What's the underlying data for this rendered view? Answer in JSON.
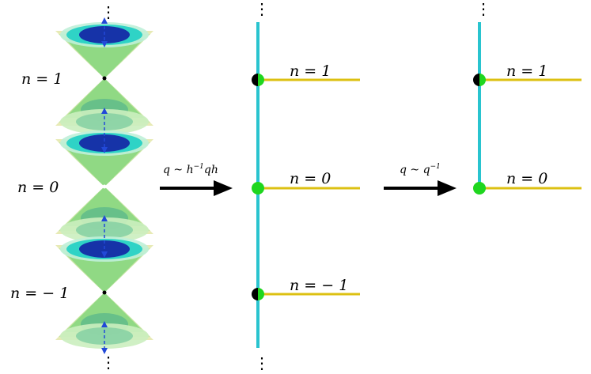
{
  "colors": {
    "spine": "#29c4cf",
    "branch": "#dcc012",
    "node_green": "#1fd61f",
    "node_black": "#000000",
    "arrow": "#000000",
    "cone_dark_blue": "#1633a8",
    "cone_cyan": "#2fd3c6",
    "cone_green": "#86d77f",
    "cone_yellow": "#e3e6a8",
    "dashed_arrow": "#2249d8"
  },
  "left_labels": [
    "n = 1",
    "n = 0",
    "n = − 1"
  ],
  "middle_labels": [
    "n = 1",
    "n = 0",
    "n = − 1"
  ],
  "right_labels": [
    "n = 1",
    "n = 0"
  ],
  "arrow1": {
    "main": "q ~ h",
    "sup": "−1",
    "tail": "qh"
  },
  "arrow2": {
    "main": "q ~ q",
    "sup": "−1"
  },
  "ellipsis": "⋮"
}
